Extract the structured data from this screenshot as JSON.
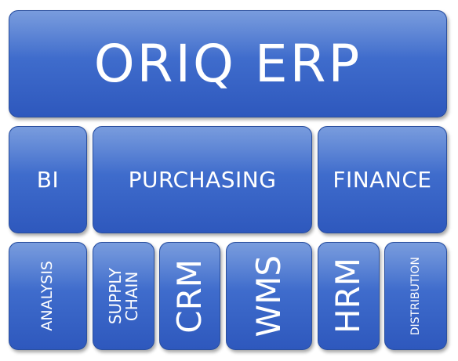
{
  "header": {
    "title": "ORIQ ERP"
  },
  "row_modules": [
    {
      "label": "BI"
    },
    {
      "label": "PURCHASING"
    },
    {
      "label": "FINANCE"
    }
  ],
  "sub_modules": [
    {
      "label": "ANALYSIS"
    },
    {
      "label_line1": "SUPPLY",
      "label_line2": "CHAIN"
    },
    {
      "label": "CRM"
    },
    {
      "label": "WMS"
    },
    {
      "label": "HRM"
    },
    {
      "label": "DISTRIBUTION"
    }
  ],
  "colors": {
    "box_top": "#5b86d6",
    "box_bottom": "#2e58bd",
    "text": "#ffffff"
  }
}
